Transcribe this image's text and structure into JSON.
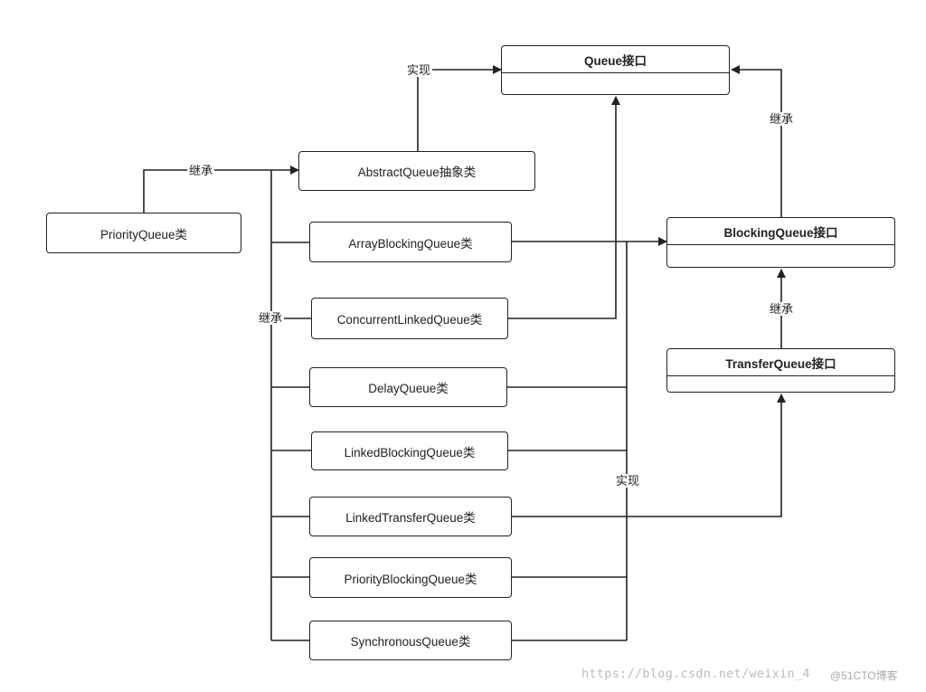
{
  "nodes": {
    "queue_interface": "Queue接口",
    "blocking_queue_interface": "BlockingQueue接口",
    "transfer_queue_interface": "TransferQueue接口",
    "abstract_queue": "AbstractQueue抽象类",
    "priority_queue": "PriorityQueue类",
    "array_blocking_queue": "ArrayBlockingQueue类",
    "concurrent_linked_queue": "ConcurrentLinkedQueue类",
    "delay_queue": "DelayQueue类",
    "linked_blocking_queue": "LinkedBlockingQueue类",
    "linked_transfer_queue": "LinkedTransferQueue类",
    "priority_blocking_queue": "PriorityBlockingQueue类",
    "synchronous_queue": "SynchronousQueue类"
  },
  "labels": {
    "implements_top": "实现",
    "extends_right_top": "继承",
    "extends_priority": "继承",
    "extends_bus": "继承",
    "extends_transfer": "继承",
    "implements_bus": "实现"
  },
  "watermark": {
    "url": "https://blog.csdn.net/weixin_4",
    "brand": "@51CTO博客"
  },
  "colors": {
    "line": "#222222",
    "background": "#ffffff"
  }
}
